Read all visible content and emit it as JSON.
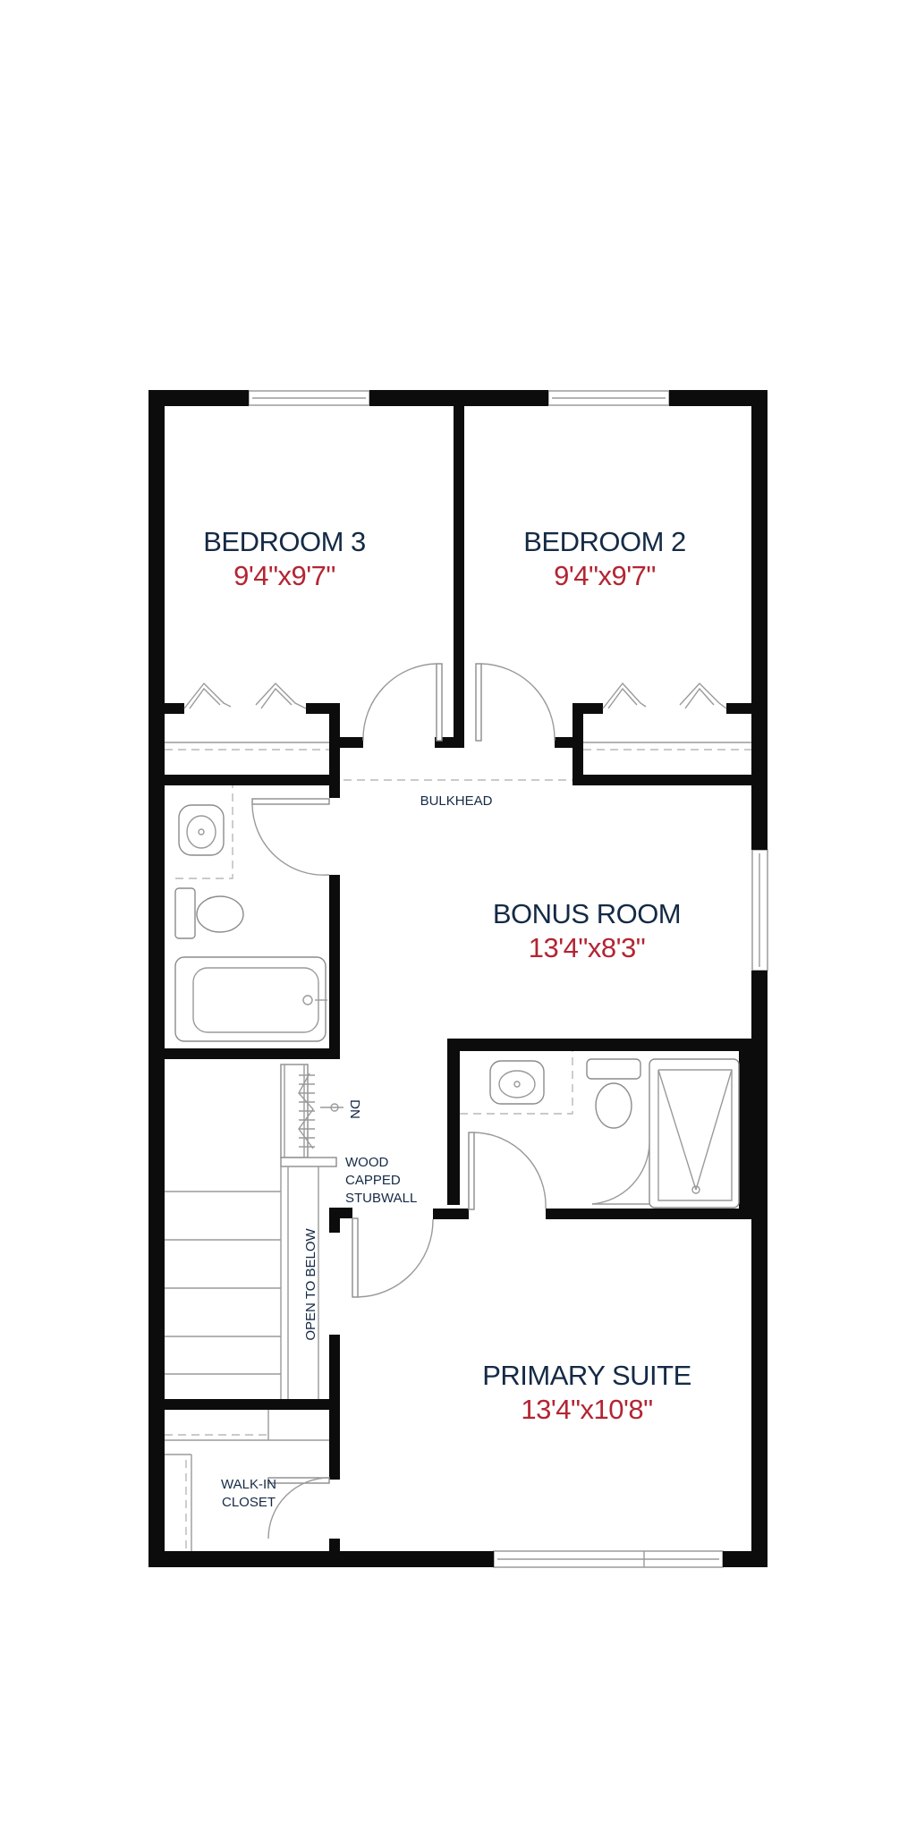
{
  "rooms": {
    "bedroom3": {
      "name": "BEDROOM 3",
      "dims": "9'4\"x9'7\""
    },
    "bedroom2": {
      "name": "BEDROOM 2",
      "dims": "9'4\"x9'7\""
    },
    "bonus_room": {
      "name": "BONUS ROOM",
      "dims": "13'4\"x8'3\""
    },
    "primary_suite": {
      "name": "PRIMARY SUITE",
      "dims": "13'4\"x10'8\""
    }
  },
  "notes": {
    "bulkhead": "BULKHEAD",
    "stair_direction": "DN",
    "stubwall": [
      "WOOD",
      "CAPPED",
      "STUBWALL"
    ],
    "open_to_below": "OPEN TO BELOW",
    "walk_in_closet": [
      "WALK-IN",
      "CLOSET"
    ]
  },
  "colors": {
    "walls": "#0c0c0c",
    "room_names": "#142a45",
    "dimensions": "#b32532"
  }
}
